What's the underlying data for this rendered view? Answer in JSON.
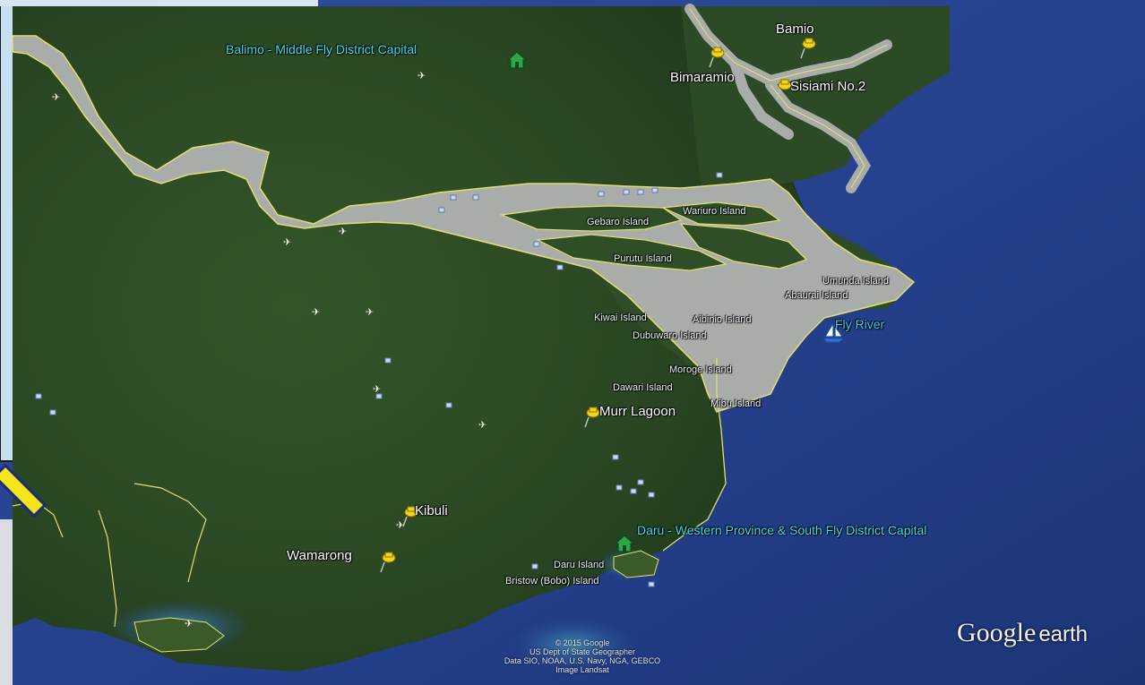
{
  "map": {
    "copyright_lines": [
      "© 2015 Google",
      "US Dept of State Geographer",
      "Data SIO, NOAA, U.S. Navy, NGA, GEBCO",
      "Image Landsat"
    ],
    "logo": {
      "google": "Google",
      "earth": "earth"
    },
    "capitals": [
      {
        "name": "Balimo - Middle Fly District Capital"
      },
      {
        "name": "Daru - Western Province & South Fly District Capital"
      }
    ],
    "villages": [
      {
        "name": "Bamio"
      },
      {
        "name": "Bimaramio"
      },
      {
        "name": "Sisiami No.2"
      },
      {
        "name": "Murr Lagoon"
      },
      {
        "name": "Kibuli"
      },
      {
        "name": "Wamarong"
      }
    ],
    "water_features": [
      {
        "name": "Fly River"
      }
    ],
    "islands": [
      {
        "name": "Wariuro Island"
      },
      {
        "name": "Gebaro Island"
      },
      {
        "name": "Purutu Island"
      },
      {
        "name": "Umunda Island"
      },
      {
        "name": "Abaurai Island"
      },
      {
        "name": "Kiwai Island"
      },
      {
        "name": "Aibinio Island"
      },
      {
        "name": "Dubuwaro Island"
      },
      {
        "name": "Moroge Island"
      },
      {
        "name": "Dawari Island"
      },
      {
        "name": "Mibu Island"
      },
      {
        "name": "Daru Island"
      },
      {
        "name": "Bristow (Bobo) Island"
      }
    ],
    "colors": {
      "land": "#2d4a25",
      "sea": "#27438e",
      "river": "#a9adaa",
      "outline": "#e3dd70",
      "pin": "#f2d320",
      "capital_icon": "#2aa84a",
      "label_capital": "#2fe3f0"
    },
    "icons": {
      "village": "yellow-pushpin-icon",
      "capital": "green-house-icon",
      "water": "sailboat-icon",
      "airstrip": "airplane-icon"
    }
  }
}
